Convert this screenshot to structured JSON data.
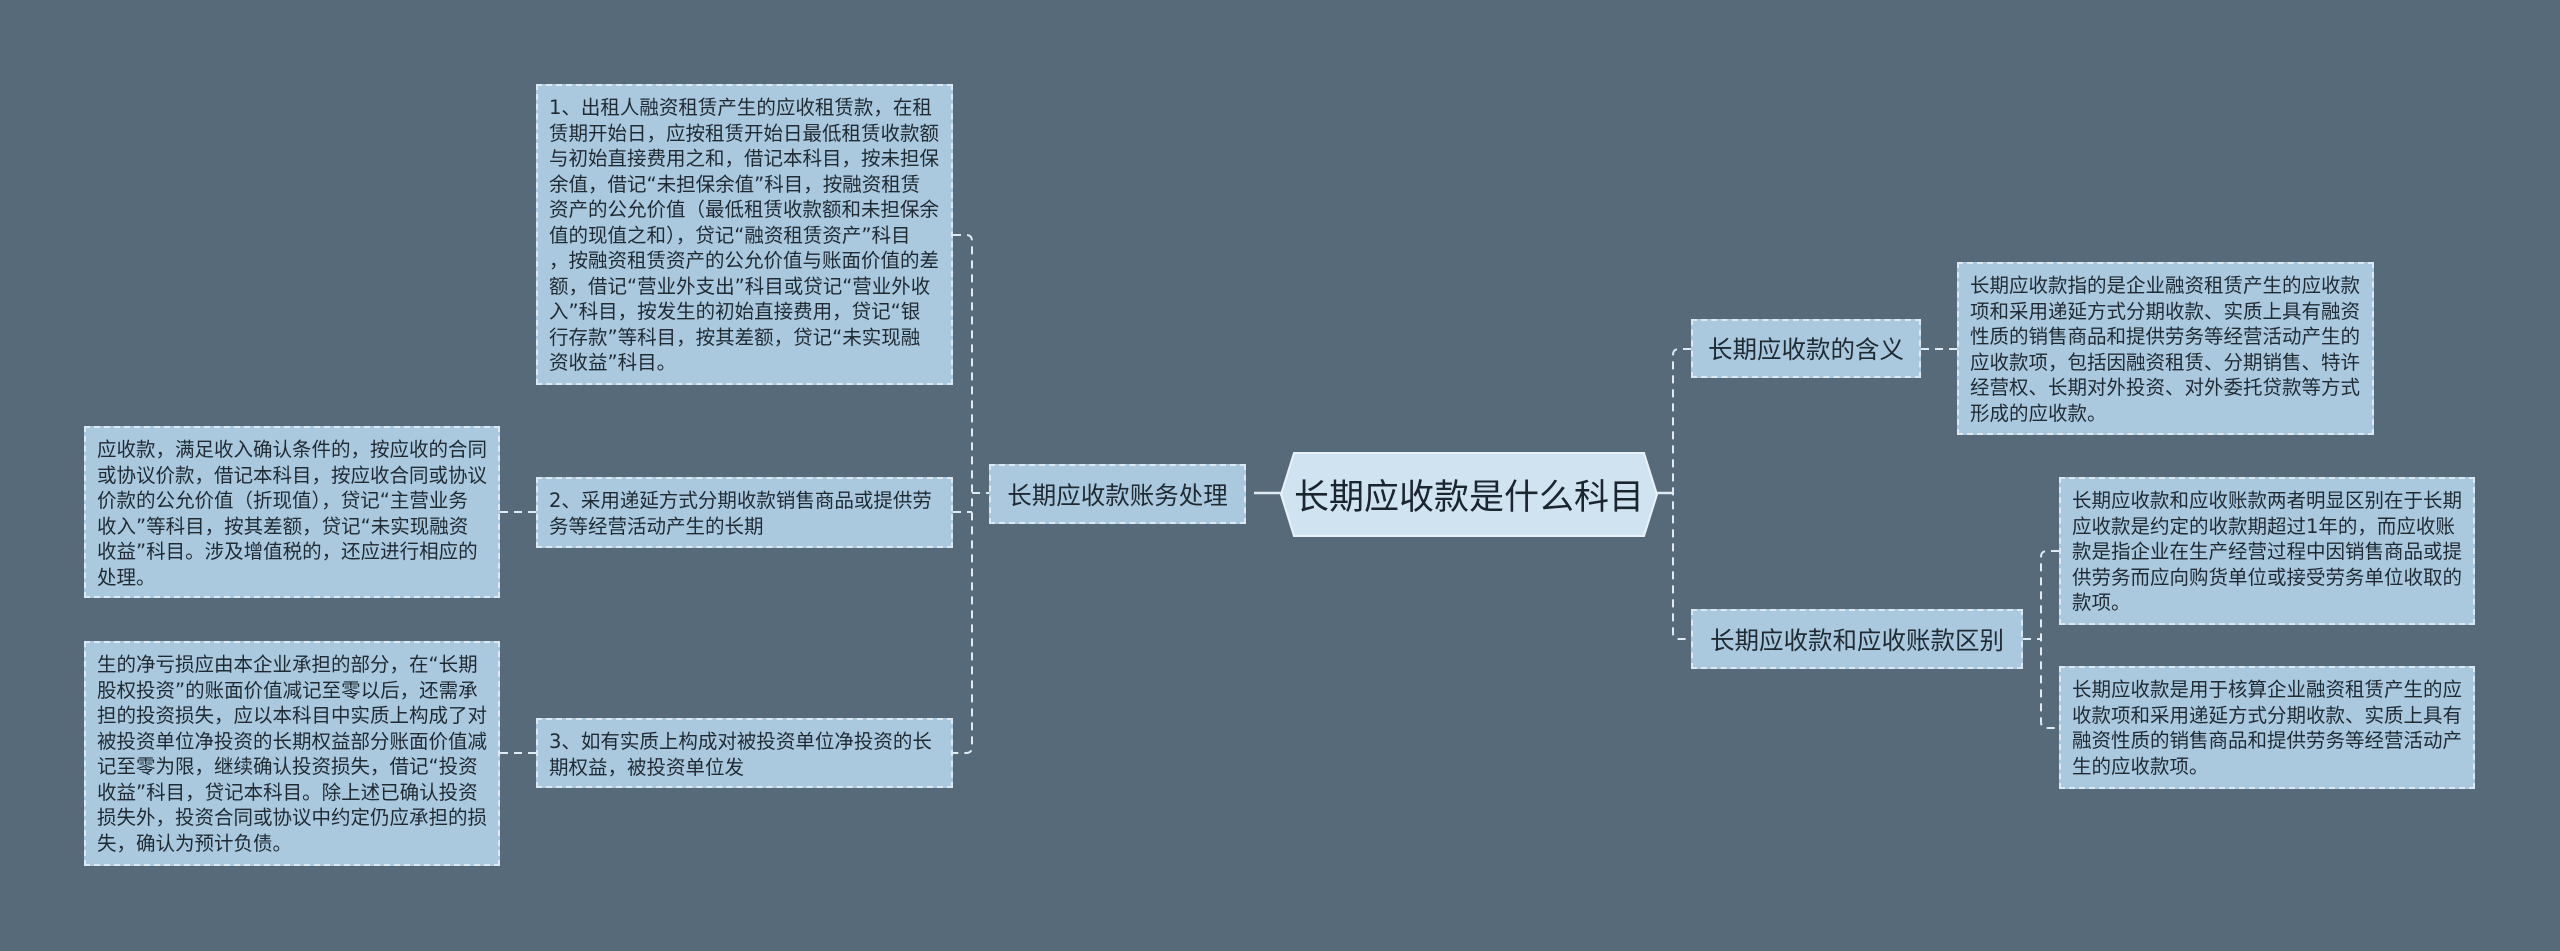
{
  "mindmap": {
    "central_topic": "长期应收款是什么科目",
    "left_branch": {
      "label": "长期应收款账务处理",
      "children": [
        {
          "text": "1、出租人融资租赁产生的应收租赁款，在租\n赁期开始日，应按租赁开始日最低租赁收款额\n与初始直接费用之和，借记本科目，按未担保\n余值，借记“未担保余值”科目，按融资租赁\n资产的公允价值（最低租赁收款额和未担保余\n值的现值之和），贷记“融资租赁资产”科目\n，按融资租赁资产的公允价值与账面价值的差\n额，借记“营业外支出”科目或贷记“营业外收\n入”科目，按发生的初始直接费用，贷记“银\n行存款”等科目，按其差额，贷记“未实现融\n资收益”科目。"
        },
        {
          "text": "2、采用递延方式分期收款销售商品或提供劳\n务等经营活动产生的长期",
          "detail": "应收款，满足收入确认条件的，按应收的合同\n或协议价款，借记本科目，按应收合同或协议\n价款的公允价值（折现值），贷记“主营业务\n收入”等科目，按其差额，贷记“未实现融资\n收益”科目。涉及增值税的，还应进行相应的\n处理。"
        },
        {
          "text": "3、如有实质上构成对被投资单位净投资的长\n期权益，被投资单位发",
          "detail": "生的净亏损应由本企业承担的部分，在“长期\n股权投资”的账面价值减记至零以后，还需承\n担的投资损失，应以本科目中实质上构成了对\n被投资单位净投资的长期权益部分账面价值减\n记至零为限，继续确认投资损失，借记“投资\n收益”科目，贷记本科目。除上述已确认投资\n损失外，投资合同或协议中约定仍应承担的损\n失，确认为预计负债。"
        }
      ]
    },
    "right_branches": [
      {
        "label": "长期应收款的含义",
        "details": [
          "长期应收款指的是企业融资租赁产生的应收款\n项和采用递延方式分期收款、实质上具有融资\n性质的销售商品和提供劳务等经营活动产生的\n应收款项，包括因融资租赁、分期销售、特许\n经营权、长期对外投资、对外委托贷款等方式\n形成的应收款。"
        ]
      },
      {
        "label": "长期应收款和应收账款区别",
        "details": [
          "长期应收款和应收账款两者明显区别在于长期\n应收款是约定的收款期超过1年的，而应收账\n款是指企业在生产经营过程中因销售商品或提\n供劳务而应向购货单位或接受劳务单位收取的\n款项。",
          "长期应收款是用于核算企业融资租赁产生的应\n收款项和采用递延方式分期收款、实质上具有\n融资性质的销售商品和提供劳务等经营活动产\n生的应收款项。"
        ]
      }
    ]
  },
  "colors": {
    "background": "#566a79",
    "node_fill": "#abc9de",
    "node_border": "#dce9f2",
    "central_fill": "#cfe4f0",
    "central_border": "#e8f2f8",
    "connector": "#dfeaf2",
    "text": "#1f2a33"
  }
}
